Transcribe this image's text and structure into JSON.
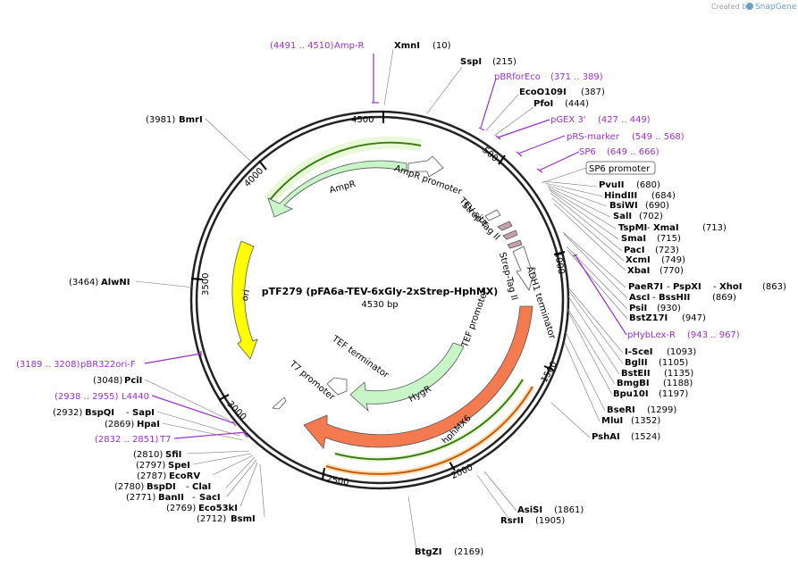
{
  "header": {
    "credit": "Created by",
    "brand": "SnapGene"
  },
  "plasmid": {
    "name": "pTF279 (pFA6a-TEV-6xGly-2xStrep-HphMX)",
    "length": "4530 bp",
    "total_bp": 4530
  },
  "ticks": [
    "500",
    "1000",
    "1500",
    "2000",
    "2500",
    "3000",
    "3500",
    "4000",
    "4500"
  ],
  "sites": [
    {
      "name": "XmnI",
      "pos": "(10)"
    },
    {
      "name": "SspI",
      "pos": "(215)"
    },
    {
      "name": "EcoO109I",
      "pos": "(387)"
    },
    {
      "name": "PfoI",
      "pos": "(444)"
    },
    {
      "name": "PvuII",
      "pos": "(680)"
    },
    {
      "name": "HindIII",
      "pos": "(684)"
    },
    {
      "name": "BsiWI",
      "pos": "(690)"
    },
    {
      "name": "SalI",
      "pos": "(702)"
    },
    {
      "name": "TspMI",
      "name2": "XmaI",
      "pos": "(713)"
    },
    {
      "name": "SmaI",
      "pos": "(715)"
    },
    {
      "name": "PacI",
      "pos": "(723)"
    },
    {
      "name": "XcmI",
      "pos": "(749)"
    },
    {
      "name": "XbaI",
      "pos": "(770)"
    },
    {
      "name": "PaeR7I",
      "name2": "PspXI",
      "name3": "XhoI",
      "pos": "(863)"
    },
    {
      "name": "AscI",
      "name2": "BssHII",
      "pos": "(869)"
    },
    {
      "name": "PsiI",
      "pos": "(930)"
    },
    {
      "name": "BstZ17I",
      "pos": "(947)"
    },
    {
      "name": "I-SceI",
      "pos": "(1093)"
    },
    {
      "name": "BglII",
      "pos": "(1105)"
    },
    {
      "name": "BstEII",
      "pos": "(1135)"
    },
    {
      "name": "BmgBI",
      "pos": "(1188)"
    },
    {
      "name": "Bpu10I",
      "pos": "(1197)"
    },
    {
      "name": "BseRI",
      "pos": "(1299)"
    },
    {
      "name": "MluI",
      "pos": "(1352)"
    },
    {
      "name": "PshAI",
      "pos": "(1524)"
    },
    {
      "name": "AsiSI",
      "pos": "(1861)"
    },
    {
      "name": "RsrII",
      "pos": "(1905)"
    },
    {
      "name": "BtgZI",
      "pos": "(2169)"
    },
    {
      "name": "BsmI",
      "pos": "(2712)"
    },
    {
      "name": "Eco53kI",
      "pos": "(2769)"
    },
    {
      "name": "BanII",
      "name2": "SacI",
      "pos": "(2771)"
    },
    {
      "name": "BspDI",
      "name2": "ClaI",
      "pos": "(2780)"
    },
    {
      "name": "EcoRV",
      "pos": "(2787)"
    },
    {
      "name": "SpeI",
      "pos": "(2797)"
    },
    {
      "name": "SfiI",
      "pos": "(2810)"
    },
    {
      "name": "HpaI",
      "pos": "(2869)"
    },
    {
      "name": "BspQI",
      "name2": "SapI",
      "pos": "(2932)"
    },
    {
      "name": "PciI",
      "pos": "(3048)"
    },
    {
      "name": "AlwNI",
      "pos": "(3464)"
    },
    {
      "name": "BmrI",
      "pos": "(3981)"
    }
  ],
  "primers": [
    {
      "name": "Amp-R",
      "range": "(4491 .. 4510)"
    },
    {
      "name": "pBRforEco",
      "range": "(371 .. 389)"
    },
    {
      "name": "pGEX 3'",
      "range": "(427 .. 449)"
    },
    {
      "name": "pRS-marker",
      "range": "(549 .. 568)"
    },
    {
      "name": "SP6",
      "range": "(649 .. 666)"
    },
    {
      "name": "pHybLex-R",
      "range": "(943 .. 967)"
    },
    {
      "name": "pBR322ori-F",
      "range": "(3189 .. 3208)"
    },
    {
      "name": "L4440",
      "range": "(2938 .. 2955)"
    },
    {
      "name": "T7",
      "range": "(2832 .. 2851)"
    }
  ],
  "features": {
    "sp6_promoter": "SP6 promoter",
    "ampr": "AmpR",
    "ampr_promoter": "AmpR promoter",
    "tev_site": "TEV site",
    "strep_tag_1": "Strep-Tag II",
    "strep_tag_2": "Strep-Tag II",
    "adh1": "ADH1 terminator",
    "tef_promoter": "TEF promoter",
    "hygr": "HygR",
    "tef_terminator": "TEF terminator",
    "t7_promoter": "T7 promoter",
    "hphmx6": "hphMX6",
    "ori": "ori"
  },
  "colors": {
    "ampr": "#c8f5c8",
    "ori": "#ffff00",
    "hphmx6": "#f47a50",
    "hygr": "#c8f5c8",
    "primer": "#9b30c8",
    "backbone": "#222222",
    "strep": "#c8a0b0"
  }
}
